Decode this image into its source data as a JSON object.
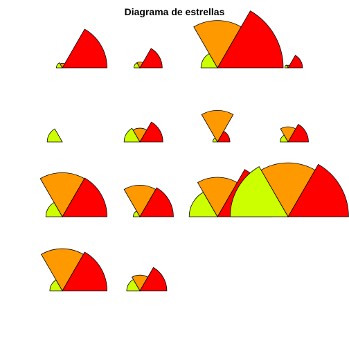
{
  "chart_data": {
    "type": "segment-star",
    "title": "Diagrama de estrellas",
    "layout": {
      "rows": 4,
      "cols": 4
    },
    "variables": [
      {
        "color": "#FF0000"
      },
      {
        "color": "#FF9900"
      },
      {
        "color": "#CCFF00"
      }
    ],
    "angle_start_deg": 0,
    "angle_end_deg": 180,
    "stars": [
      {
        "values": [
          0.68,
          0.07,
          0.09
        ]
      },
      {
        "values": [
          0.34,
          0.09,
          0.09
        ]
      },
      {
        "values": [
          1.0,
          0.72,
          0.25
        ]
      },
      {
        "values": [
          0.22,
          0.04,
          0.05
        ]
      },
      {
        "values": [
          0.0,
          0.0,
          0.23
        ]
      },
      {
        "values": [
          0.35,
          0.21,
          0.24
        ]
      },
      {
        "values": [
          0.19,
          0.48,
          0.07
        ]
      },
      {
        "values": [
          0.31,
          0.23,
          0.12
        ]
      },
      {
        "values": [
          0.68,
          0.67,
          0.25
        ]
      },
      {
        "values": [
          0.51,
          0.48,
          0.1
        ]
      },
      {
        "values": [
          0.83,
          0.6,
          0.43
        ]
      },
      {
        "values": [
          0.92,
          0.82,
          0.88
        ]
      },
      {
        "values": [
          0.68,
          0.64,
          0.19
        ]
      },
      {
        "values": [
          0.41,
          0.24,
          0.2
        ]
      }
    ]
  }
}
